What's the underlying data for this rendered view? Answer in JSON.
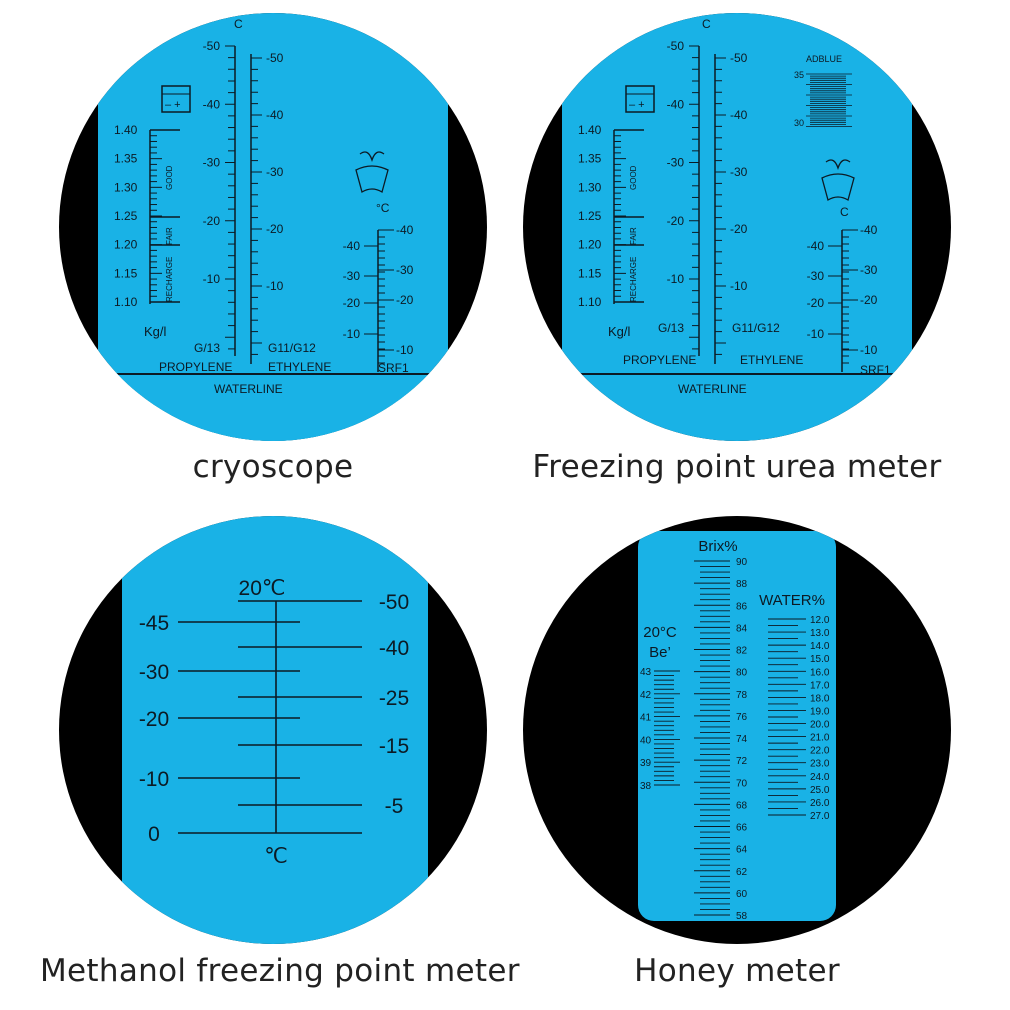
{
  "panels": [
    {
      "caption": "cryoscope",
      "celsius_top": "C",
      "left_scale": [
        "1.40",
        "1.35",
        "1.30",
        "1.25",
        "1.20",
        "1.15",
        "1.10"
      ],
      "left_unit": "Kg/l",
      "band_labels": [
        "GOOD",
        "FAIR",
        "RECHARGE"
      ],
      "mid_left_scale": [
        "-50",
        "-40",
        "-30",
        "-20",
        "-10"
      ],
      "mid_right_scale": [
        "-50",
        "-40",
        "-30",
        "-20",
        "-10"
      ],
      "label_g13": "G/13",
      "label_g11": "G11/G12",
      "label_propylene": "PROPYLENE",
      "label_ethylene": "ETHYLENE",
      "label_waterline": "WATERLINE",
      "srf_unit": "°C",
      "srf_left_scale": [
        "-40",
        "-30",
        "-20",
        "-10"
      ],
      "srf_right_scale": [
        "-40",
        "-30",
        "-20",
        "-10"
      ],
      "label_srf": "SRF1",
      "battery_icon": "battery-icon",
      "wiper_icon": "windshield-wiper-icon"
    },
    {
      "caption": "Freezing point urea meter",
      "celsius_top": "C",
      "left_scale": [
        "1.40",
        "1.35",
        "1.30",
        "1.25",
        "1.20",
        "1.15",
        "1.10"
      ],
      "left_unit": "Kg/l",
      "band_labels": [
        "GOOD",
        "FAIR",
        "RECHARGE"
      ],
      "mid_left_scale": [
        "-50",
        "-40",
        "-30",
        "-20",
        "-10"
      ],
      "mid_right_scale": [
        "-50",
        "-40",
        "-30",
        "-20",
        "-10"
      ],
      "label_g13": "G/13",
      "label_g11": "G11/G12",
      "label_propylene": "PROPYLENE",
      "label_ethylene": "ETHYLENE",
      "label_waterline": "WATERLINE",
      "adblue_label": "ADBLUE",
      "adblue_scale": [
        "35",
        "30"
      ],
      "srf_unit": "C",
      "srf_left_scale": [
        "-40",
        "-30",
        "-20",
        "-10"
      ],
      "srf_right_scale": [
        "-40",
        "-30",
        "-20",
        "-10"
      ],
      "label_srf": "SRF1",
      "battery_icon": "battery-icon",
      "wiper_icon": "windshield-wiper-icon"
    },
    {
      "caption": "Methanol freezing point meter",
      "top_label": "20℃",
      "bottom_label": "℃",
      "left_scale": [
        "-45",
        "-30",
        "-20",
        "-10",
        "0"
      ],
      "right_scale": [
        "-50",
        "-40",
        "-25",
        "-15",
        "-5"
      ]
    },
    {
      "caption": "Honey meter",
      "brix_label": "Brix%",
      "brix_scale": [
        "90",
        "88",
        "86",
        "84",
        "82",
        "80",
        "78",
        "76",
        "74",
        "72",
        "70",
        "68",
        "66",
        "64",
        "62",
        "60",
        "58"
      ],
      "water_label": "WATER%",
      "water_scale": [
        "12.0",
        "13.0",
        "14.0",
        "15.0",
        "16.0",
        "17.0",
        "18.0",
        "19.0",
        "20.0",
        "21.0",
        "22.0",
        "23.0",
        "24.0",
        "25.0",
        "26.0",
        "27.0"
      ],
      "be_label_1": "20°C",
      "be_label_2": "Be’",
      "be_scale": [
        "43",
        "42",
        "41",
        "40",
        "39",
        "38"
      ]
    }
  ],
  "colors": {
    "cyan": "#19b2e6",
    "black": "#000000",
    "ink": "#0c1a24"
  }
}
